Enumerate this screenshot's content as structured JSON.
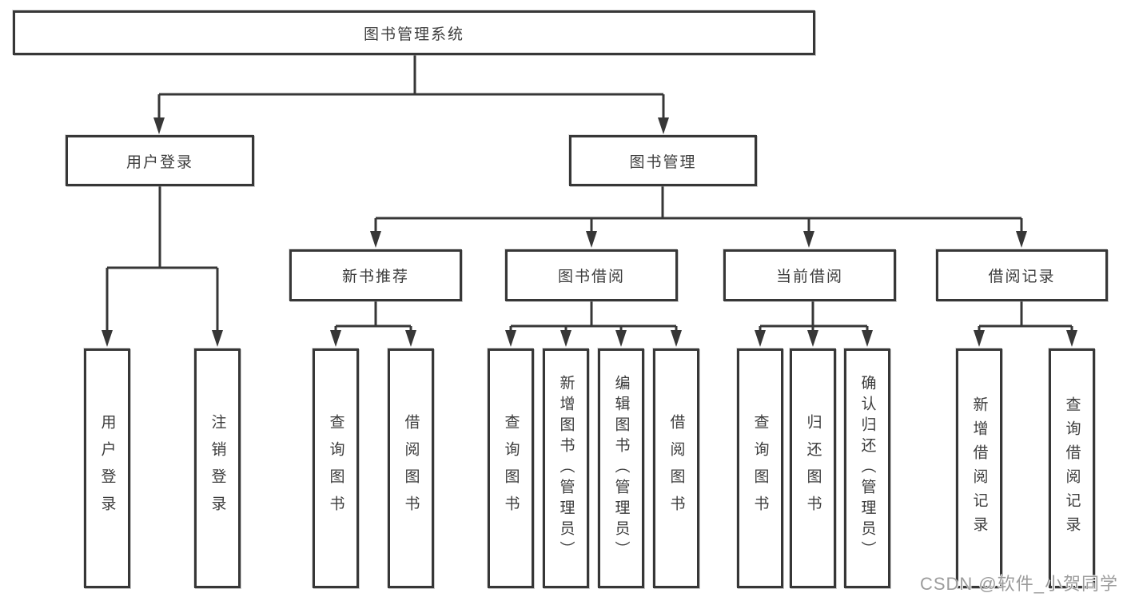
{
  "nodes": {
    "root": {
      "label": "图书管理系统"
    },
    "user_login": {
      "label": "用户登录"
    },
    "book_mgmt": {
      "label": "图书管理"
    },
    "new_book_rec": {
      "label": "新书推荐"
    },
    "book_borrow": {
      "label": "图书借阅"
    },
    "current_borrow": {
      "label": "当前借阅"
    },
    "borrow_records": {
      "label": "借阅记录"
    },
    "leaf_user_login": {
      "label": "用户登录"
    },
    "leaf_logout": {
      "label": "注销登录"
    },
    "leaf_query_book_1": {
      "label": "查询图书"
    },
    "leaf_borrow_book_1": {
      "label": "借阅图书"
    },
    "leaf_query_book_2": {
      "label": "查询图书"
    },
    "leaf_add_book": {
      "label": "新增图书（管理员）"
    },
    "leaf_edit_book": {
      "label": "编辑图书（管理员）"
    },
    "leaf_borrow_book_2": {
      "label": "借阅图书"
    },
    "leaf_query_book_3": {
      "label": "查询图书"
    },
    "leaf_return_book": {
      "label": "归还图书"
    },
    "leaf_confirm_return": {
      "label": "确认归还（管理员）"
    },
    "leaf_add_record": {
      "label": "新增借阅记录"
    },
    "leaf_query_record": {
      "label": "查询借阅记录"
    }
  },
  "edges": [
    {
      "from": "root",
      "to": [
        "user_login",
        "book_mgmt"
      ]
    },
    {
      "from": "user_login",
      "to": [
        "leaf_user_login",
        "leaf_logout"
      ]
    },
    {
      "from": "book_mgmt",
      "to": [
        "new_book_rec",
        "book_borrow",
        "current_borrow",
        "borrow_records"
      ]
    },
    {
      "from": "new_book_rec",
      "to": [
        "leaf_query_book_1",
        "leaf_borrow_book_1"
      ]
    },
    {
      "from": "book_borrow",
      "to": [
        "leaf_query_book_2",
        "leaf_add_book",
        "leaf_edit_book",
        "leaf_borrow_book_2"
      ]
    },
    {
      "from": "current_borrow",
      "to": [
        "leaf_query_book_3",
        "leaf_return_book",
        "leaf_confirm_return"
      ]
    },
    {
      "from": "borrow_records",
      "to": [
        "leaf_add_record",
        "leaf_query_record"
      ]
    }
  ],
  "watermark": {
    "text": "CSDN @软件_小贺同学"
  },
  "colors": {
    "line": "#373737",
    "box_border": "#373737",
    "text": "#3d3d3d",
    "background": "#ffffff",
    "watermark": "#9c9c9c"
  }
}
